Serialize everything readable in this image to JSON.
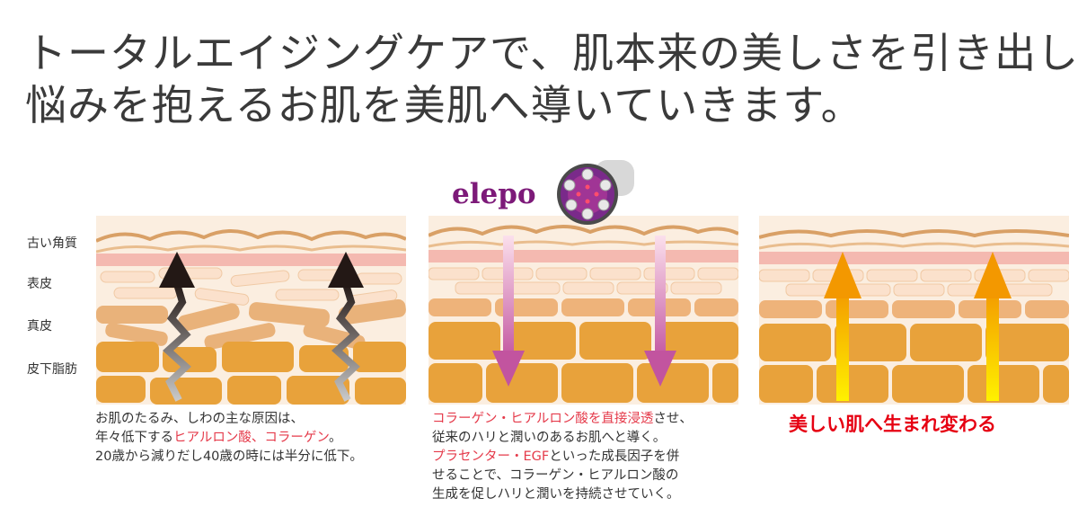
{
  "headline": {
    "line1": "トータルエイジングケアで、肌本来の美しさを引き出し、",
    "line2": "悩みを抱えるお肌を美肌へ導いていきます。"
  },
  "layers": {
    "old_stratum": "古い角質",
    "epidermis": "表皮",
    "dermis": "真皮",
    "subcutaneous": "皮下脂肪"
  },
  "brand": "elepo",
  "panel1": {
    "line1": "お肌のたるみ、しわの主な原因は、",
    "line2_a": "年々低下する",
    "line2_b": "ヒアルロン酸、コラーゲン",
    "line2_c": "。",
    "line3": "20歳から減りだし40歳の時には半分に低下。"
  },
  "panel2": {
    "line1_a": "コラーゲン・ヒアルロン酸を直接浸透",
    "line1_b": "させ、",
    "line2": "従来のハリと潤いのあるお肌へと導く。",
    "line3_a": "プラセンター・EGF",
    "line3_b": "といった成長因子を併",
    "line4": "せることで、コラーゲン・ヒアルロン酸の",
    "line5": "生成を促しハリと潤いを持続させていく。"
  },
  "panel3": {
    "result": "美しい肌へ生まれ変わる"
  },
  "colors": {
    "fat": "#e8a23b",
    "dermis_light": "#f8e3cc",
    "pink_layer": "#f4b9b0",
    "stratum_line": "#d9a066",
    "arrow_dark": "#231815",
    "arrow_magenta": "#c2549f",
    "arrow_orange": "#f39800",
    "accent_red": "#e60012",
    "brand_purple": "#7d1a79"
  },
  "icons": [
    "up-arrow-zigzag-icon",
    "down-arrow-icon",
    "up-arrow-icon",
    "elepo-device-icon"
  ]
}
